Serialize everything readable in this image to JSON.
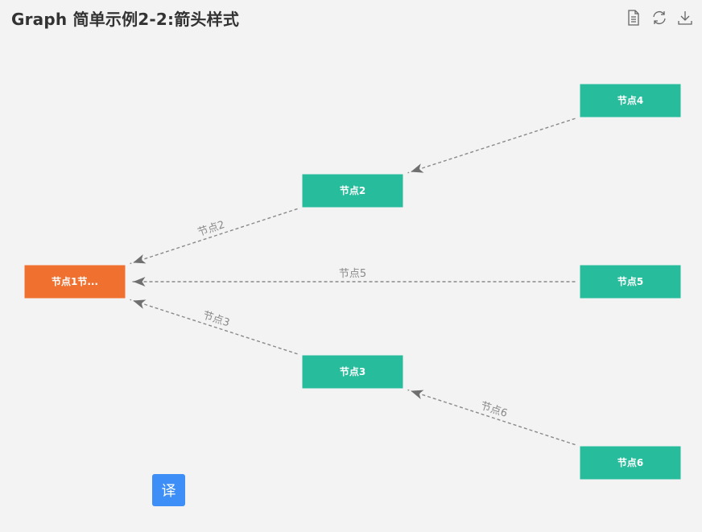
{
  "title": "Graph 简单示例2-2:箭头样式",
  "toolbox": {
    "icons": [
      "data-view-icon",
      "restore-icon",
      "save-image-icon"
    ]
  },
  "translate_button": "译",
  "colors": {
    "root_node": "#f07030",
    "leaf_node": "#27bd9c",
    "edge": "#8a8a8a"
  },
  "chart_data": {
    "type": "graph",
    "nodes": [
      {
        "id": "n1",
        "label": "节点1节...",
        "color": "#f07030"
      },
      {
        "id": "n2",
        "label": "节点2",
        "color": "#27bd9c"
      },
      {
        "id": "n3",
        "label": "节点3",
        "color": "#27bd9c"
      },
      {
        "id": "n4",
        "label": "节点4",
        "color": "#27bd9c"
      },
      {
        "id": "n5",
        "label": "节点5",
        "color": "#27bd9c"
      },
      {
        "id": "n6",
        "label": "节点6",
        "color": "#27bd9c"
      }
    ],
    "edges": [
      {
        "source": "n2",
        "target": "n1",
        "label": "节点2",
        "style": "dashed",
        "arrow": "target"
      },
      {
        "source": "n5",
        "target": "n1",
        "label": "节点5",
        "style": "dashed",
        "arrow": "target"
      },
      {
        "source": "n3",
        "target": "n1",
        "label": "节点3",
        "style": "dashed",
        "arrow": "target"
      },
      {
        "source": "n4",
        "target": "n2",
        "label": "",
        "style": "dashed",
        "arrow": "target"
      },
      {
        "source": "n6",
        "target": "n3",
        "label": "节点6",
        "style": "dashed",
        "arrow": "target"
      }
    ]
  }
}
